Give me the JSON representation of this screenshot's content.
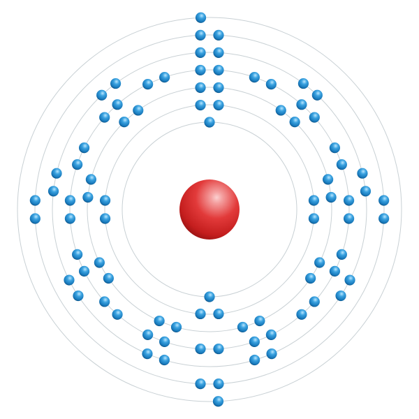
{
  "diagram": {
    "type": "bohr-atom-model",
    "electron_shells": [
      2,
      8,
      18,
      32,
      18,
      8,
      2
    ],
    "total_electrons": 88,
    "colors": {
      "background": "#ffffff",
      "orbit": "#c8d0d4",
      "nucleus": "#d42a2a",
      "nucleus_highlight": "#f6b2b2",
      "nucleus_shadow": "#8a1010",
      "electron": "#1e88c8",
      "electron_highlight": "#a8dcf8",
      "electron_shadow": "#0a4f7e"
    }
  }
}
